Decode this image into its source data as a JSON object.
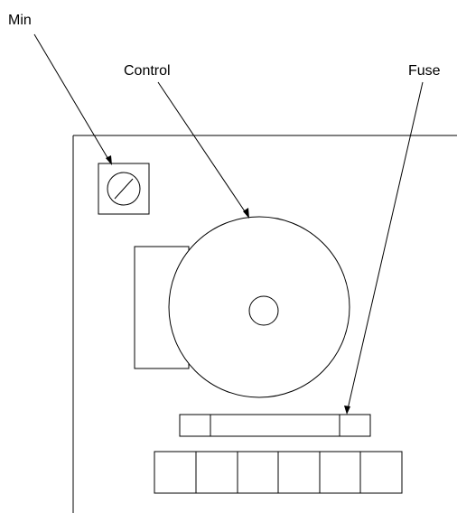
{
  "labels": {
    "min": "Min",
    "control": "Control",
    "fuse": "Fuse"
  },
  "terminal_block": {
    "count": 6
  },
  "colors": {
    "line": "#000000",
    "background": "#ffffff"
  }
}
